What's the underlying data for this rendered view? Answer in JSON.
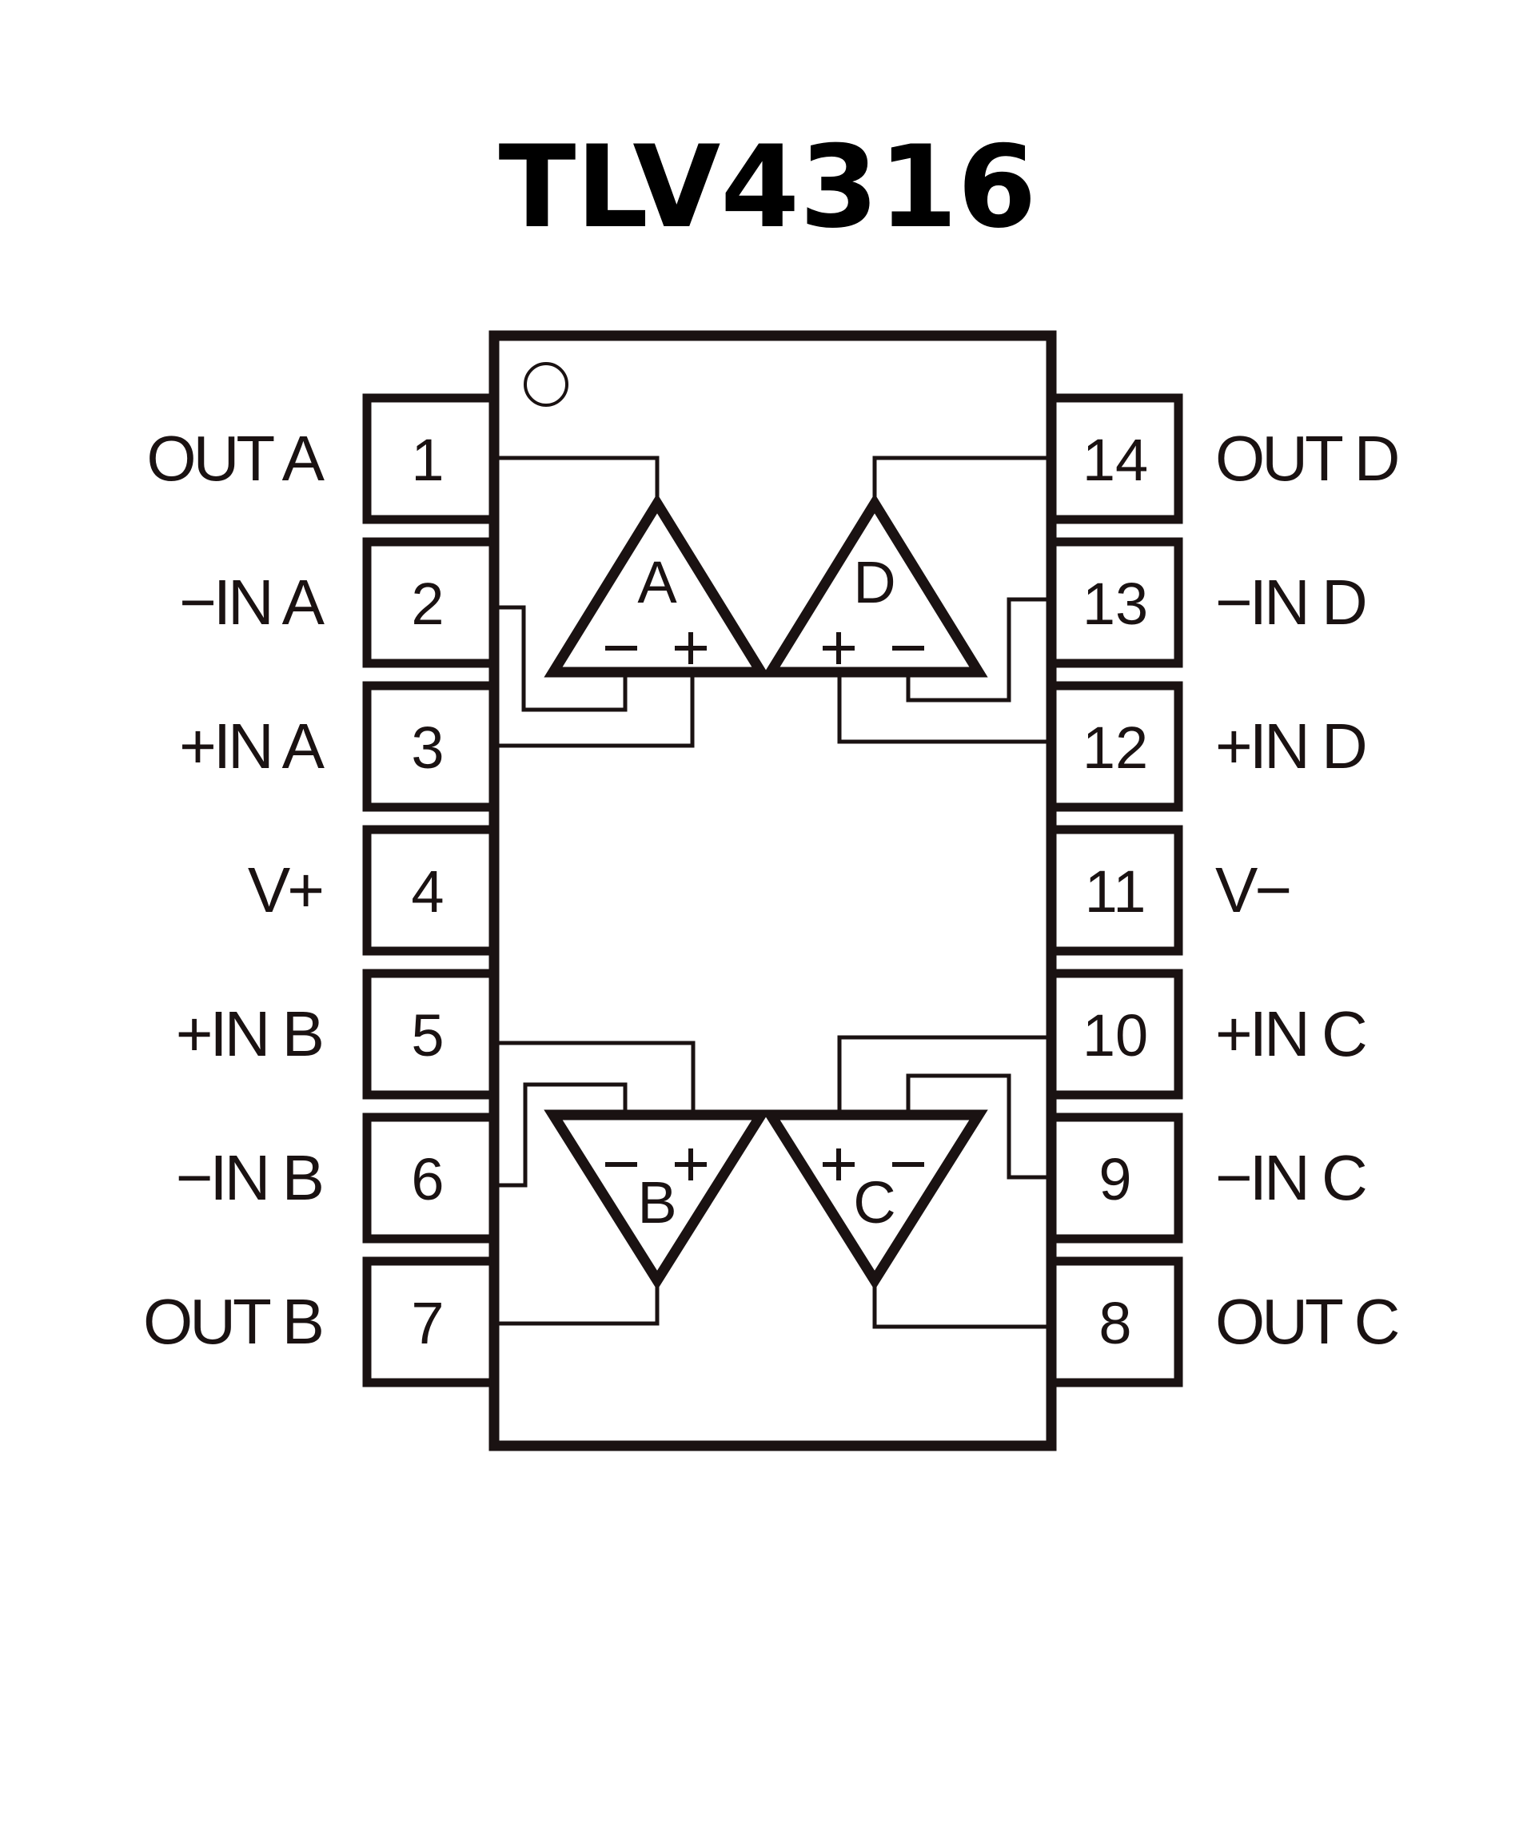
{
  "title": "TLV4316",
  "colors": {
    "ink": "#1a1212",
    "background": "#ffffff"
  },
  "package": {
    "pin_count": 14,
    "pin1_marker": "circle-dot",
    "left_pins": [
      {
        "number": "1",
        "label": "OUT A"
      },
      {
        "number": "2",
        "label": "−IN A"
      },
      {
        "number": "3",
        "label": "+IN A"
      },
      {
        "number": "4",
        "label": "V+"
      },
      {
        "number": "5",
        "label": "+IN B"
      },
      {
        "number": "6",
        "label": "−IN B"
      },
      {
        "number": "7",
        "label": "OUT B"
      }
    ],
    "right_pins": [
      {
        "number": "14",
        "label": "OUT D"
      },
      {
        "number": "13",
        "label": "−IN D"
      },
      {
        "number": "12",
        "label": "+IN D"
      },
      {
        "number": "11",
        "label": "V−"
      },
      {
        "number": "10",
        "label": "+IN C"
      },
      {
        "number": "9",
        "label": "−IN C"
      },
      {
        "number": "8",
        "label": "OUT C"
      }
    ]
  },
  "amplifiers": [
    {
      "name": "A",
      "orientation": "up",
      "left_input": "−",
      "right_input": "+",
      "output_pin": "1",
      "inputs": {
        "minus": "2",
        "plus": "3"
      }
    },
    {
      "name": "D",
      "orientation": "up",
      "left_input": "+",
      "right_input": "−",
      "output_pin": "14",
      "inputs": {
        "minus": "13",
        "plus": "12"
      }
    },
    {
      "name": "B",
      "orientation": "down",
      "left_input": "−",
      "right_input": "+",
      "output_pin": "7",
      "inputs": {
        "minus": "6",
        "plus": "5"
      }
    },
    {
      "name": "C",
      "orientation": "down",
      "left_input": "+",
      "right_input": "−",
      "output_pin": "8",
      "inputs": {
        "minus": "9",
        "plus": "10"
      }
    }
  ]
}
